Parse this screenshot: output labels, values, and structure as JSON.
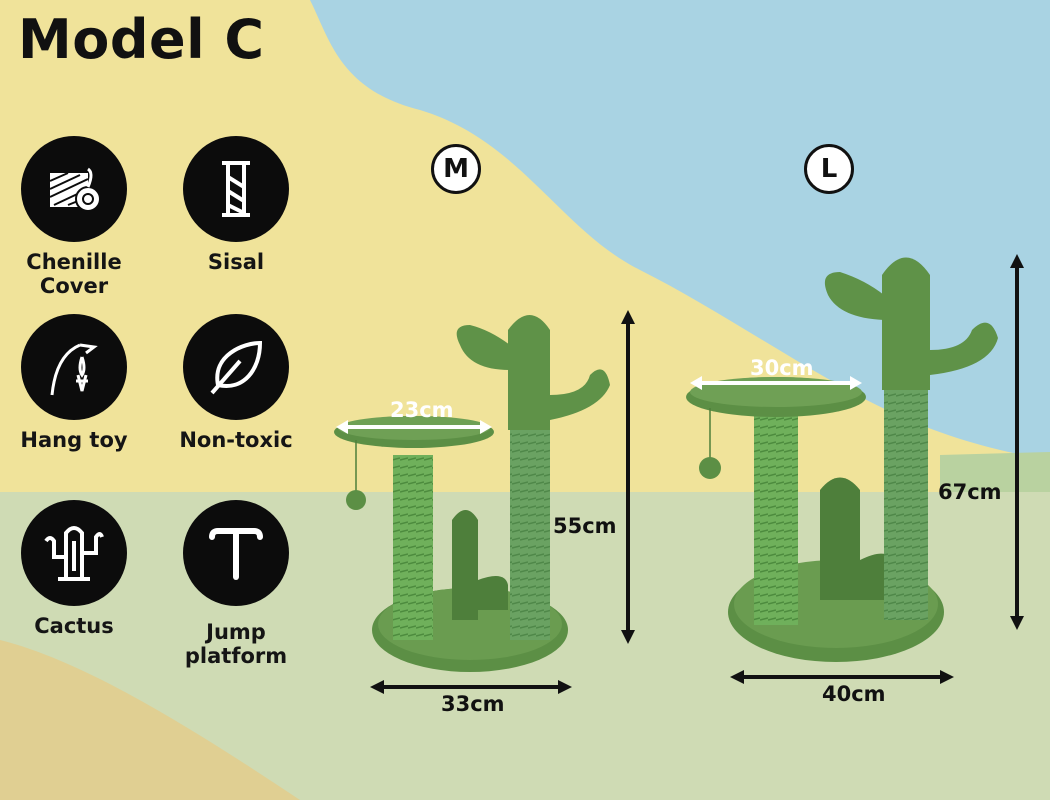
{
  "title": "Model C",
  "features": [
    {
      "label": "Chenille\nCover",
      "icon": "chenille-roll-icon"
    },
    {
      "label": "Sisal",
      "icon": "sisal-ladder-icon"
    },
    {
      "label": "Hang toy",
      "icon": "hang-toy-icon"
    },
    {
      "label": "Non-toxic",
      "icon": "leaf-icon"
    },
    {
      "label": "Cactus",
      "icon": "cactus-icon"
    },
    {
      "label": "Jump\nplatform",
      "icon": "jump-platform-icon"
    }
  ],
  "sizes": {
    "medium": {
      "badge": "M",
      "platform_width": "23cm",
      "height": "55cm",
      "base_width": "33cm"
    },
    "large": {
      "badge": "L",
      "platform_width": "30cm",
      "height": "67cm",
      "base_width": "40cm"
    }
  },
  "colors": {
    "sky": "#a9d3e3",
    "sand": "#f0e39a",
    "ground": "#cfdbb4",
    "cactus": "#5c8f45",
    "sisal": "#6fb05b"
  }
}
